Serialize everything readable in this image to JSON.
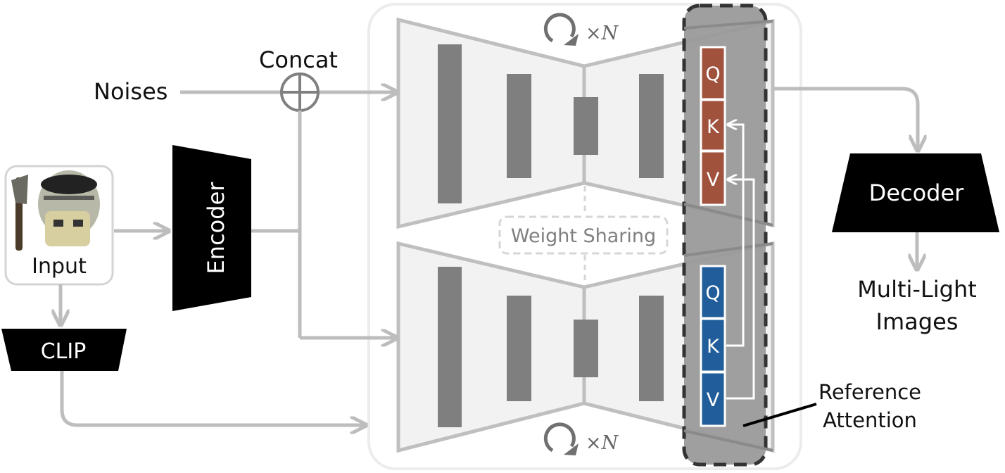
{
  "labels": {
    "noises": "Noises",
    "concat": "Concat",
    "input": "Input",
    "encoder": "Encoder",
    "clip": "CLIP",
    "decoder": "Decoder",
    "output_line1": "Multi-Light",
    "output_line2": "Images",
    "weight_sharing": "Weight Sharing",
    "reference_line1": "Reference",
    "reference_line2": "Attention",
    "repeat_top": "×N",
    "repeat_bottom": "×N"
  },
  "attention": {
    "top": [
      "Q",
      "K",
      "V"
    ],
    "bottom": [
      "Q",
      "K",
      "V"
    ]
  },
  "colors": {
    "line": "#bdbdbd",
    "unet_fill": "#f2f2f2",
    "unet_stroke": "#bfbfbf",
    "block": "#7f7f7f",
    "attn_panel": "#9a9a9a",
    "qkv_top": "#a0523d",
    "qkv_bottom": "#205d9a",
    "dark": "#000000"
  }
}
